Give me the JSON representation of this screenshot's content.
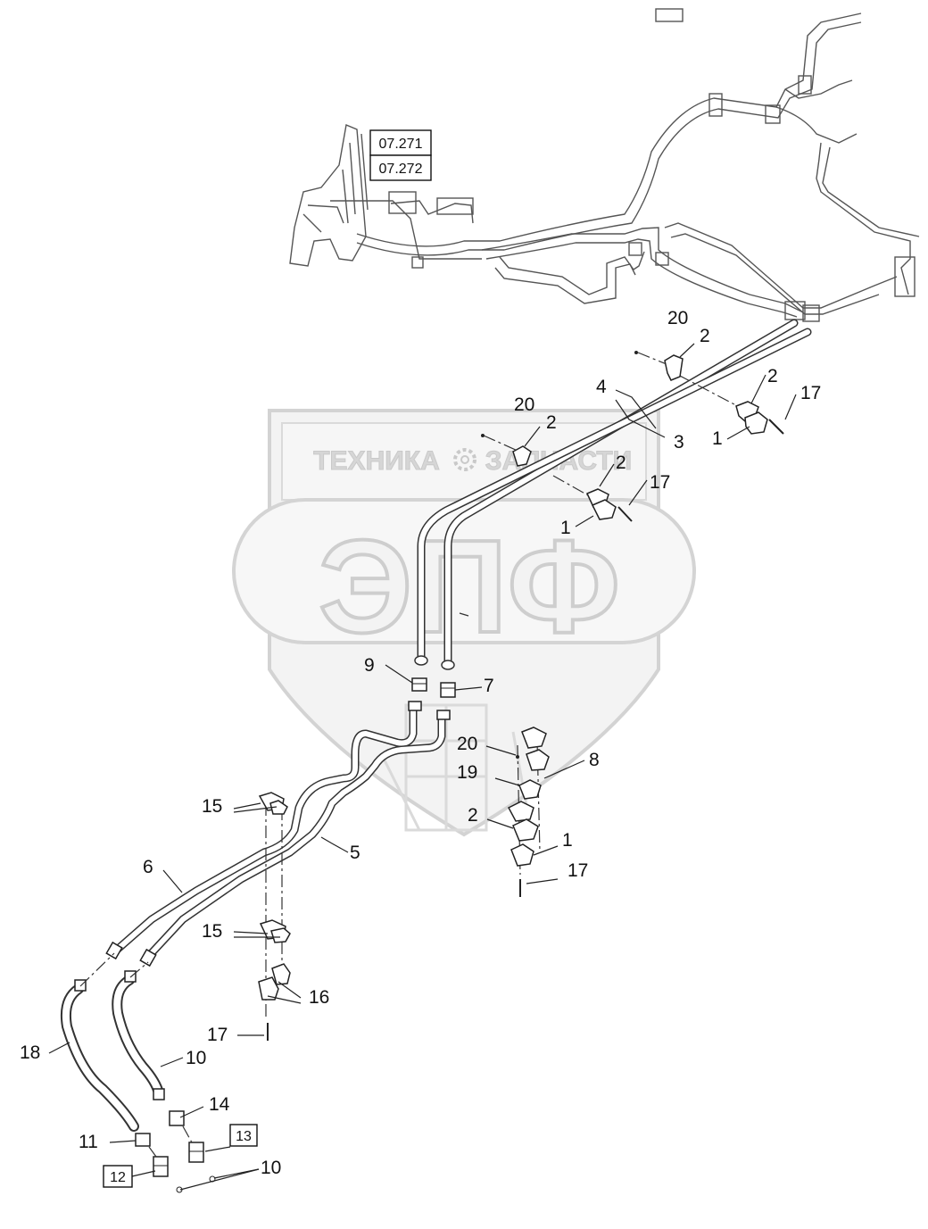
{
  "watermark": {
    "company": "ТЕХНИКА",
    "company2": "ЗАПЧАСТИ",
    "logo": "ЭПФ",
    "color": "#d9d9d9"
  },
  "references": [
    "07.271",
    "07.272",
    "13",
    "12"
  ],
  "labels": [
    "20",
    "2",
    "4",
    "2",
    "17",
    "3",
    "1",
    "20",
    "2",
    "2",
    "17",
    "1",
    "9",
    "7",
    "20",
    "8",
    "19",
    "2",
    "1",
    "17",
    "15",
    "6",
    "5",
    "15",
    "16",
    "17",
    "18",
    "10",
    "14",
    "11",
    "10"
  ]
}
